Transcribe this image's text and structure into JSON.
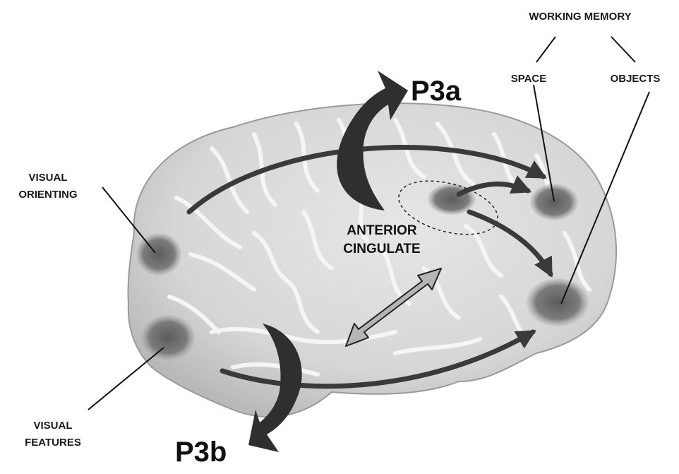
{
  "labels": {
    "working_memory": "WORKING MEMORY",
    "space": "SPACE",
    "objects": "OBJECTS",
    "visual_orienting_line1": "VISUAL",
    "visual_orienting_line2": "ORIENTING",
    "anterior_line1": "ANTERIOR",
    "anterior_line2": "CINGULATE",
    "visual_features_line1": "VISUAL",
    "visual_features_line2": "FEATURES",
    "p3a": "P3a",
    "p3b": "P3b"
  },
  "colors": {
    "brain_fill": "#dcdcdc",
    "sulci": "#f7f7f7",
    "region_dark": "#6f6f6f",
    "arrow_dark": "#3a3a3a",
    "double_arrow_fill": "#b5b5b5"
  }
}
